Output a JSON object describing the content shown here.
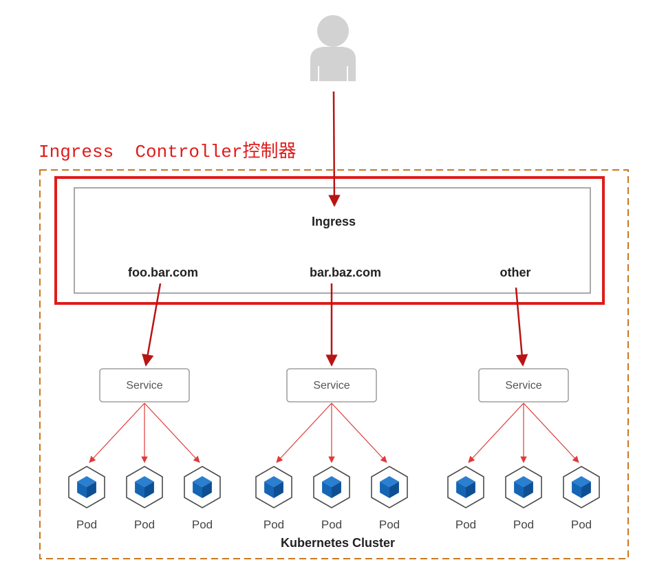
{
  "controller_label": "Ingress  Controller控制器",
  "ingress": {
    "title": "Ingress",
    "hosts": [
      "foo.bar.com",
      "bar.baz.com",
      "other"
    ]
  },
  "services": [
    {
      "label": "Service",
      "pods": [
        "Pod",
        "Pod",
        "Pod"
      ]
    },
    {
      "label": "Service",
      "pods": [
        "Pod",
        "Pod",
        "Pod"
      ]
    },
    {
      "label": "Service",
      "pods": [
        "Pod",
        "Pod",
        "Pod"
      ]
    }
  ],
  "cluster_label": "Kubernetes Cluster",
  "icons": {
    "user": "user-icon",
    "pod": "pod-cube-icon"
  },
  "colors": {
    "accent_red": "#e01b1b",
    "arrow_red": "#b81414",
    "thin_arrow_red": "#e03a3a",
    "cluster_border": "#c8791f",
    "pod_blue": "#1565b5",
    "pod_outline": "#4b4b4b",
    "box_border": "#8c8c8c"
  }
}
